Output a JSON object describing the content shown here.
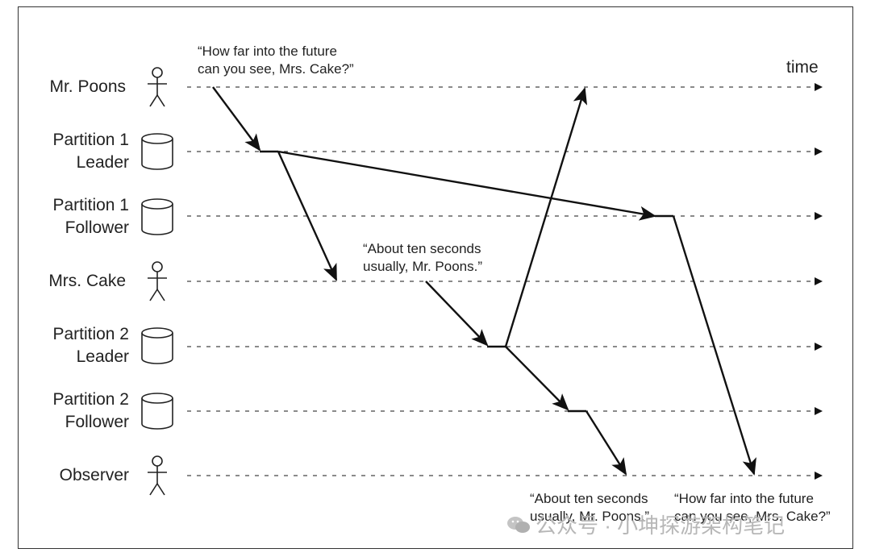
{
  "participants": [
    {
      "id": "mr-poons",
      "lines": [
        "Mr. Poons"
      ],
      "kind": "person"
    },
    {
      "id": "p1-leader",
      "lines": [
        "Partition 1",
        "Leader"
      ],
      "kind": "database"
    },
    {
      "id": "p1-follower",
      "lines": [
        "Partition 1",
        "Follower"
      ],
      "kind": "database"
    },
    {
      "id": "mrs-cake",
      "lines": [
        "Mrs. Cake"
      ],
      "kind": "person"
    },
    {
      "id": "p2-leader",
      "lines": [
        "Partition 2",
        "Leader"
      ],
      "kind": "database"
    },
    {
      "id": "p2-follower",
      "lines": [
        "Partition 2",
        "Follower"
      ],
      "kind": "database"
    },
    {
      "id": "observer",
      "lines": [
        "Observer"
      ],
      "kind": "person"
    }
  ],
  "time_label": "time",
  "quotes": {
    "q1": "“How far into the future\ncan you see, Mrs. Cake?”",
    "q2": "“About ten seconds\nusually, Mr. Poons.”",
    "q3": "“About ten seconds\nusually, Mr. Poons.”",
    "q4": "“How far into the future\ncan you see, Mrs. Cake?”"
  },
  "watermark": "公众号 · 小坤探游架构笔记",
  "colors": {
    "ink": "#111111",
    "dashed": "#444444",
    "watermark": "#b7b7b7"
  }
}
